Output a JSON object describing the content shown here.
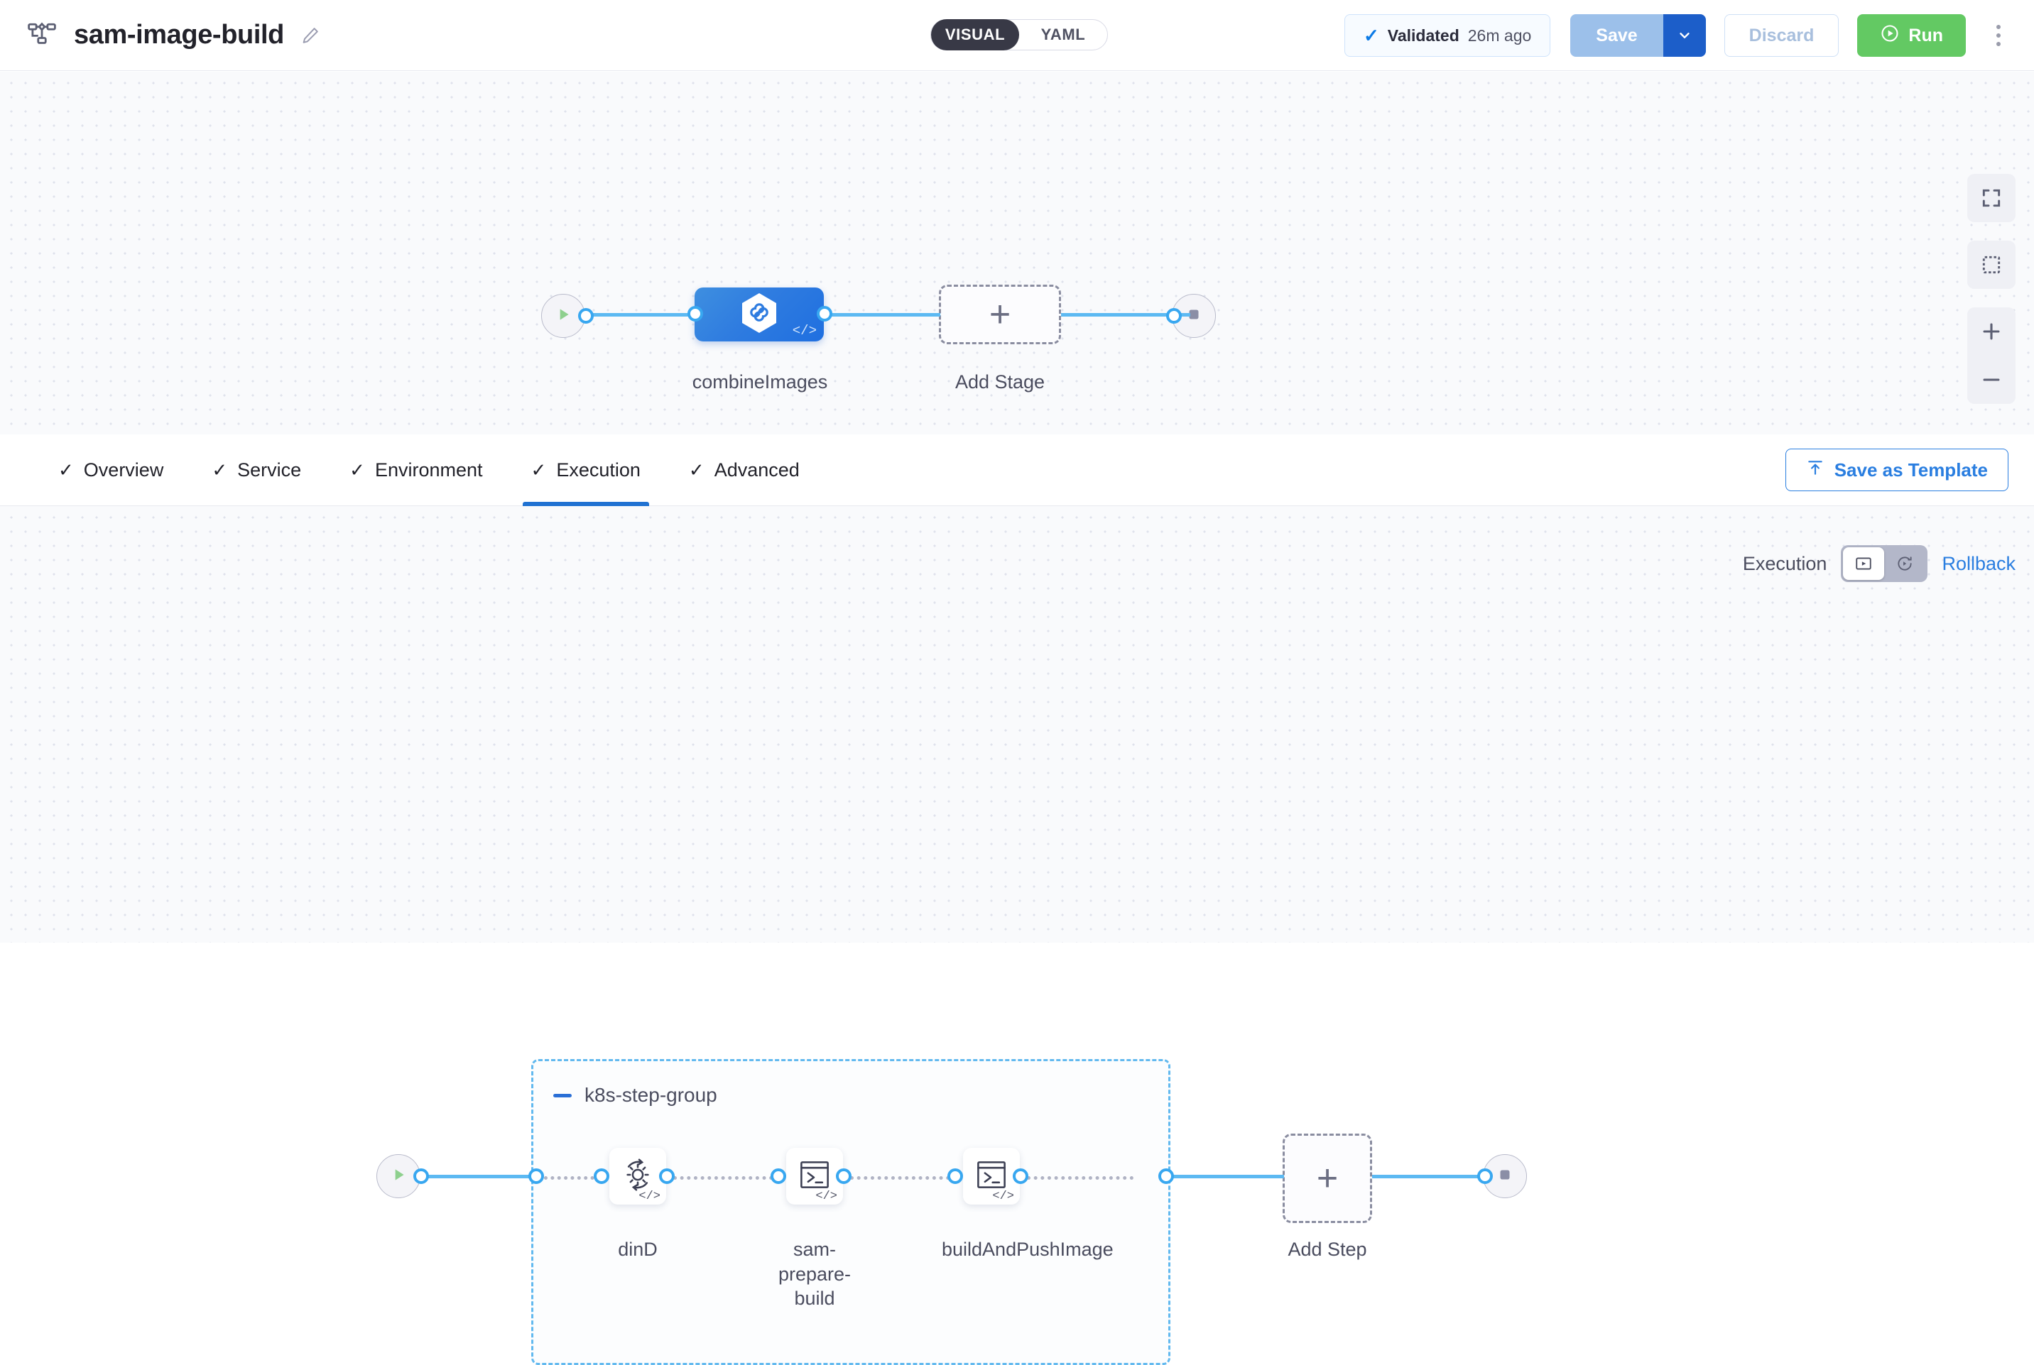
{
  "header": {
    "pipeline_icon": "pipeline-icon",
    "title": "sam-image-build",
    "edit_icon": "pencil-icon",
    "mode_toggle": {
      "visual": "VISUAL",
      "yaml": "YAML",
      "selected": "VISUAL"
    },
    "validated": {
      "check_icon": "check-icon",
      "label": "Validated",
      "time": "26m ago"
    },
    "save_label": "Save",
    "save_caret_icon": "chevron-down-icon",
    "discard_label": "Discard",
    "run_label": "Run",
    "run_icon": "play-circle-icon",
    "more_icon": "kebab-menu-icon"
  },
  "top_canvas": {
    "start_icon": "play-icon",
    "end_icon": "stop-icon",
    "stage": {
      "name": "combineImages",
      "icon": "harness-hexagon-icon",
      "code_badge": "</>"
    },
    "add_stage": {
      "label": "Add Stage",
      "icon": "plus-icon"
    },
    "controls": [
      {
        "name": "fit-to-screen-button",
        "icon": "expand-icon"
      },
      {
        "name": "selection-box-button",
        "icon": "dotted-square-icon"
      },
      {
        "name": "zoom-in-button",
        "icon": "plus-icon"
      },
      {
        "name": "zoom-out-button",
        "icon": "minus-icon"
      }
    ]
  },
  "tabs": {
    "items": [
      {
        "label": "Overview",
        "check": "✓",
        "active": false
      },
      {
        "label": "Service",
        "check": "✓",
        "active": false
      },
      {
        "label": "Environment",
        "check": "✓",
        "active": false
      },
      {
        "label": "Execution",
        "check": "✓",
        "active": true
      },
      {
        "label": "Advanced",
        "check": "✓",
        "active": false
      }
    ],
    "save_as_template": {
      "label": "Save as Template",
      "icon": "upload-template-icon"
    }
  },
  "bottom_canvas": {
    "start_icon": "play-icon",
    "end_icon": "stop-icon",
    "step_group": {
      "title": "k8s-step-group",
      "collapse_icon": "minus-icon",
      "steps": [
        {
          "name": "dinD",
          "icon": "gear-rotate-icon",
          "code_badge": "</>"
        },
        {
          "name": "sam-prepare-build",
          "icon": "terminal-icon",
          "code_badge": "</>"
        },
        {
          "name": "buildAndPushImage",
          "icon": "terminal-icon",
          "code_badge": "</>"
        }
      ]
    },
    "add_step": {
      "label": "Add Step",
      "icon": "plus-icon"
    },
    "exec_toggle": {
      "execution_label": "Execution",
      "execution_icon": "execution-play-box-icon",
      "rollback_icon": "rollback-circle-arrow-icon",
      "rollback_label": "Rollback",
      "selected": "execution"
    }
  },
  "colors": {
    "accent_blue": "#2a7ee0",
    "edge_blue": "#5cb9f2",
    "run_green": "#63c963",
    "canvas_bg": "#f9fafc",
    "toggle_dark": "#383946"
  }
}
